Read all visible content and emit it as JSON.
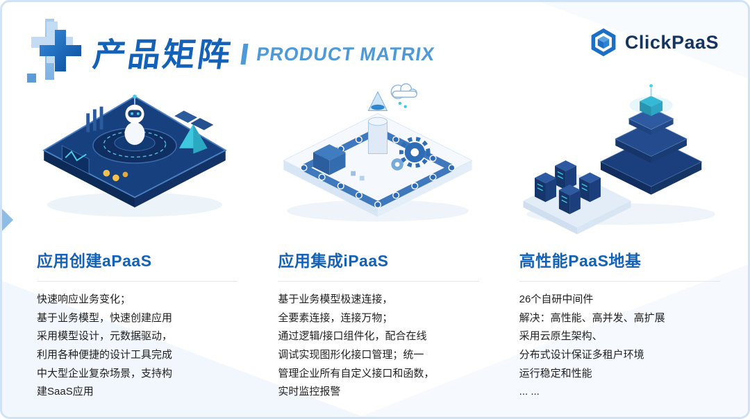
{
  "header": {
    "title_cn": "产品矩阵",
    "title_en": "PRODUCT MATRIX",
    "separator": "|"
  },
  "brand": {
    "name": "ClickPaaS",
    "logo_icon": "hexagon-cube-logo"
  },
  "columns": [
    {
      "title": "应用创建aPaaS",
      "illustration": "robot-dashboard",
      "body": "快速响应业务变化；\n基于业务模型，快速创建应用\n采用模型设计，元数据驱动，\n利用各种便捷的设计工具完成\n中大型企业复杂场景，支持构\n建SaaS应用"
    },
    {
      "title": "应用集成iPaaS",
      "illustration": "integration-platform",
      "body": "基于业务模型极速连接，\n全要素连接，连接万物；\n通过逻辑/接口组件化，配合在线\n调试实现图形化接口管理；统一\n管理企业所有自定义接口和函数，\n实时监控报警"
    },
    {
      "title": "高性能PaaS地基",
      "illustration": "server-foundation",
      "body": "26个自研中间件\n解决：高性能、高并发、高扩展\n采用云原生架构、\n分布式设计保证多租户环境\n运行稳定和性能\n... ..."
    }
  ],
  "colors": {
    "title_blue": "#1462b8",
    "subtitle_blue": "#4e9ad8",
    "brand_navy": "#15345f",
    "body_text": "#1f1f1f",
    "frame_blue": "#cfe3f4",
    "illustration_navy": "#16407e",
    "illustration_teal": "#3fc8dd"
  }
}
